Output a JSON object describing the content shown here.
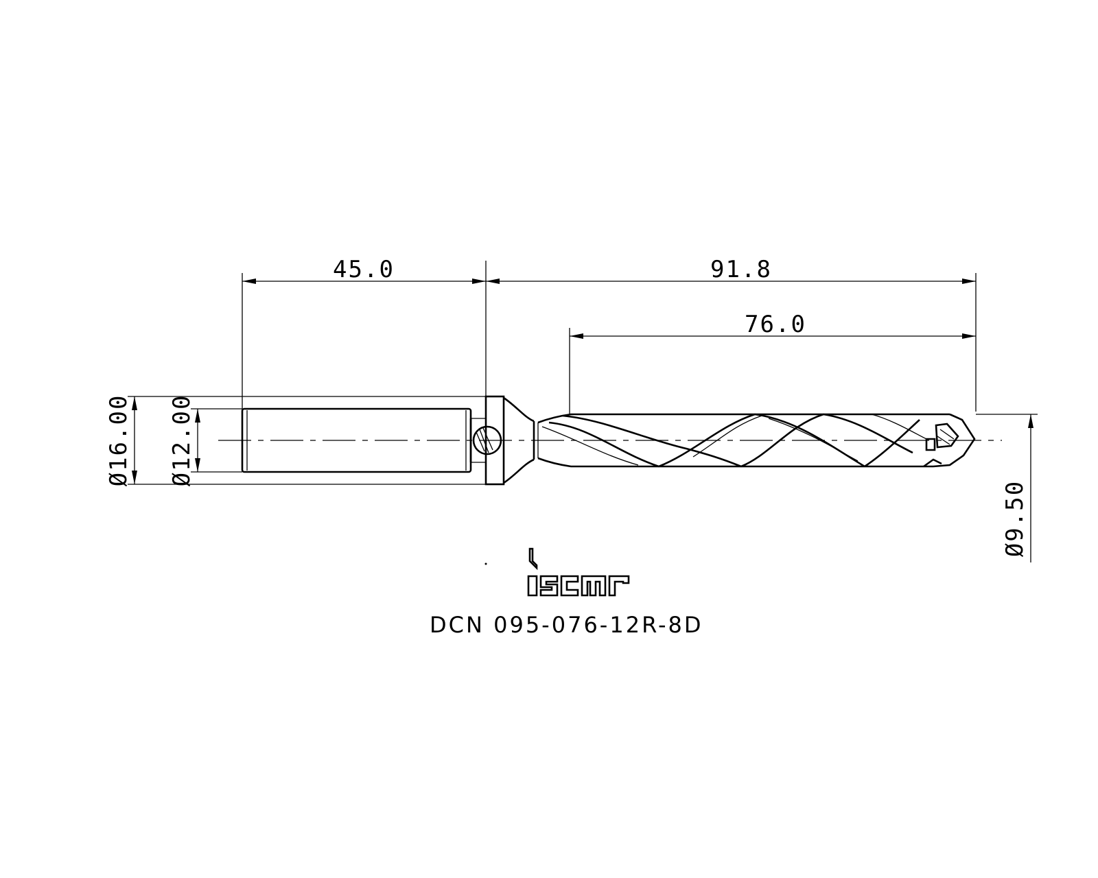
{
  "dimensions": {
    "shank_length": "45.0",
    "overall_length": "91.8",
    "flute_length": "76.0",
    "flange_diameter": "Ø16.00",
    "shank_diameter": "Ø12.00",
    "drill_diameter": "Ø9.50"
  },
  "brand": {
    "logo_text": "iscar"
  },
  "part_number": "DCN 095-076-12R-8D"
}
